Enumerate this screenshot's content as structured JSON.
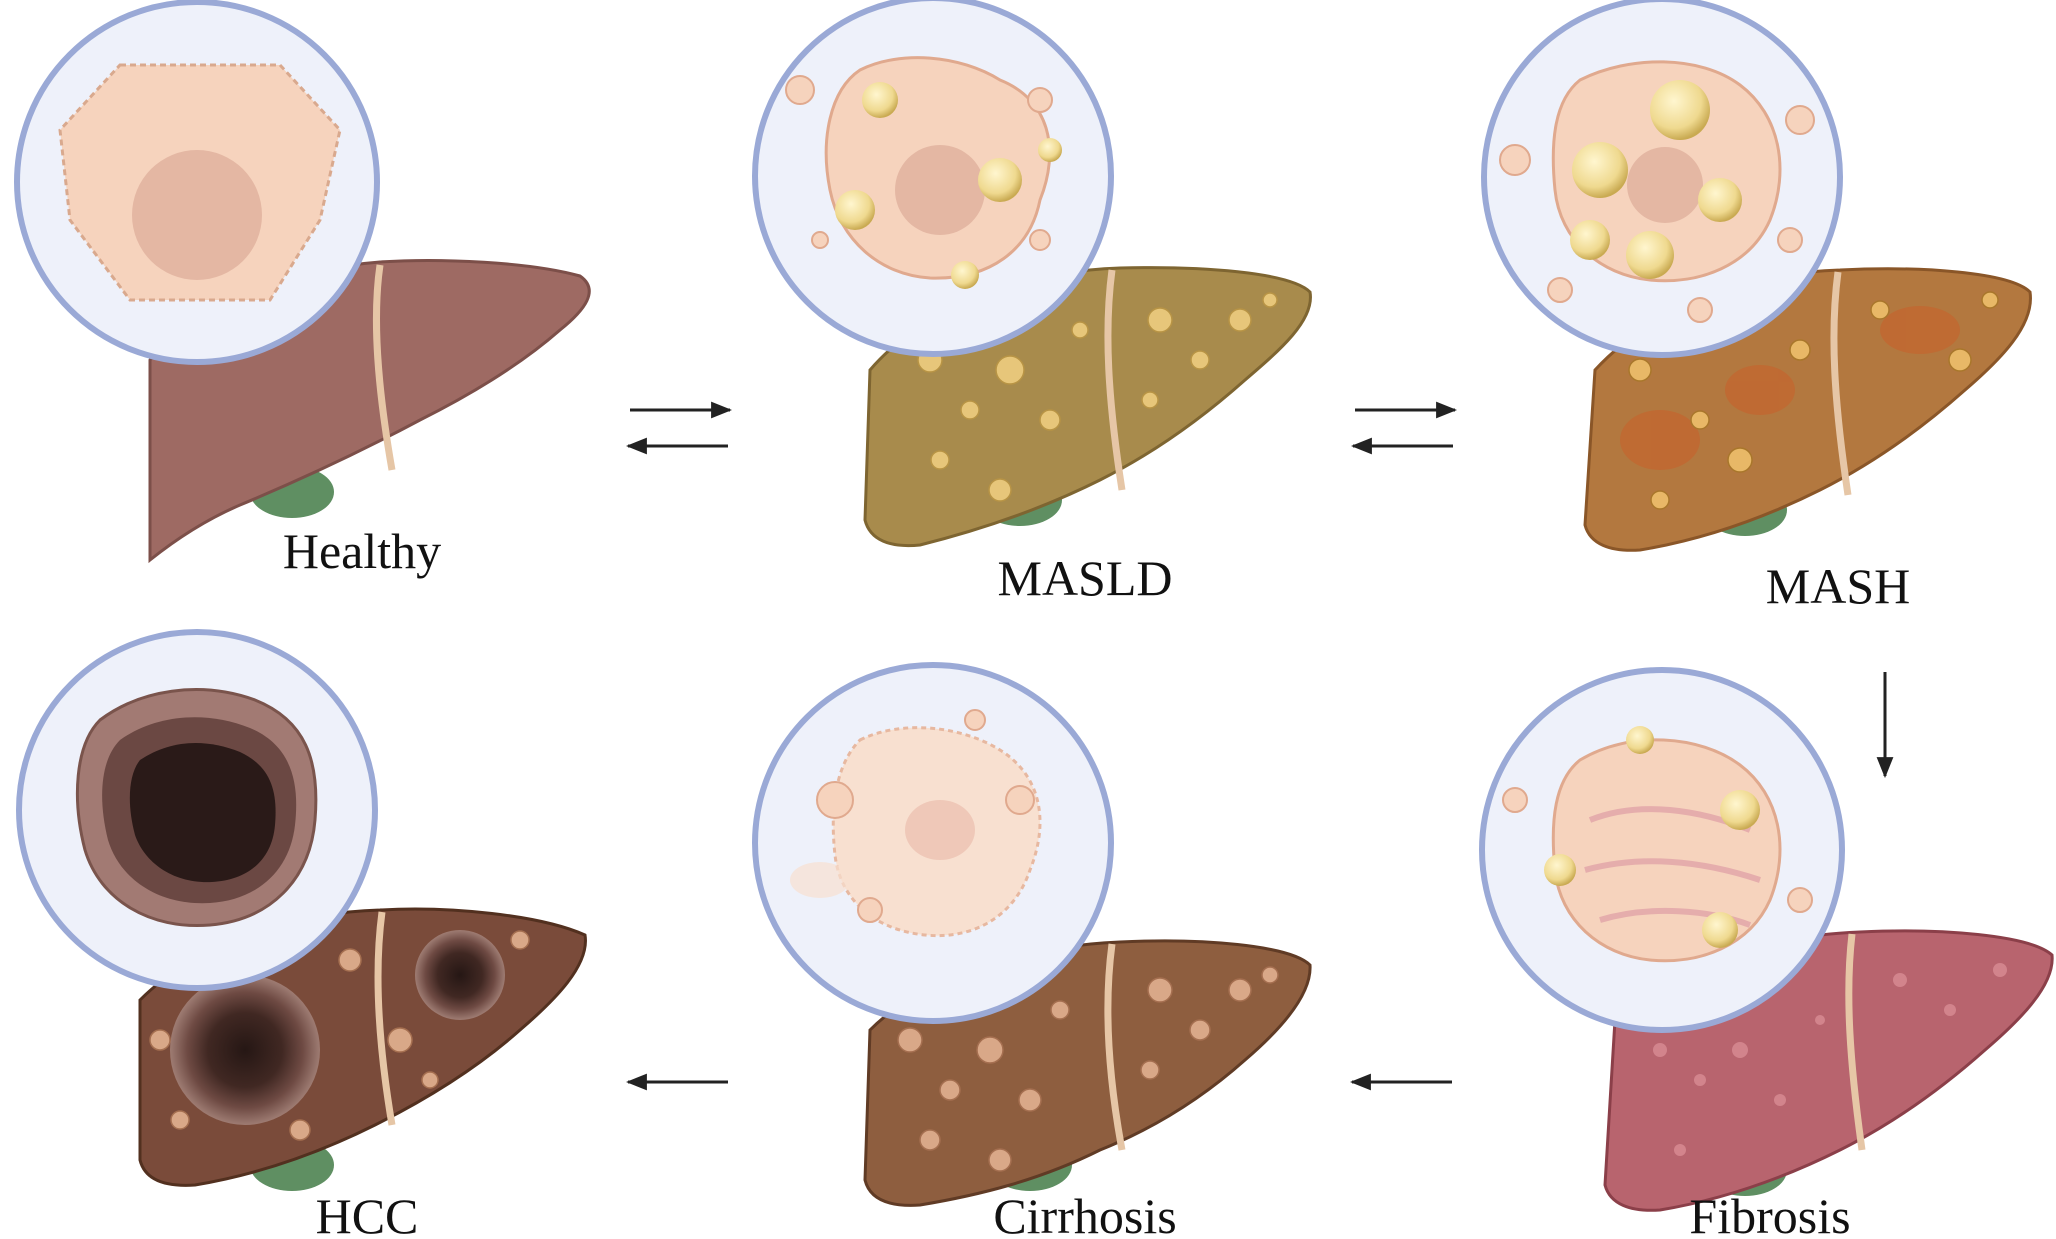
{
  "stages": {
    "healthy": {
      "label": "Healthy"
    },
    "masld": {
      "label": "MASLD"
    },
    "mash": {
      "label": "MASH"
    },
    "fibrosis": {
      "label": "Fibrosis"
    },
    "cirrhosis": {
      "label": "Cirrhosis"
    },
    "hcc": {
      "label": "HCC"
    }
  },
  "colors": {
    "zoom_ring": "#9aa9d6",
    "zoom_bg": "#eef1fa",
    "healthy_liver": "#9e6a63",
    "masld_liver": "#a88b4c",
    "mash_liver": "#b3783f",
    "fibrosis_liver": "#b8646e",
    "cirrhosis_liver": "#8e5e3f",
    "hcc_liver": "#7a4b3a",
    "cell": "#f6d3bd",
    "lipid": "#efd98f",
    "gallbladder": "#5f8f62",
    "arrow": "#222222"
  }
}
